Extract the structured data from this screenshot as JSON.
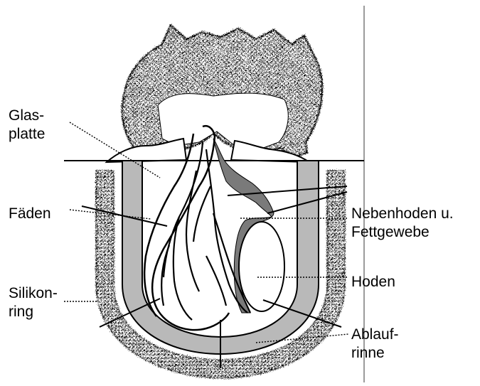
{
  "labels": {
    "glasplatte_1": "Glas-",
    "glasplatte_2": "platte",
    "faeden": "Fäden",
    "silikon_1": "Silikon-",
    "silikon_2": "ring",
    "nebenhoden_1": "Nebenhoden u.",
    "nebenhoden_2": "Fettgewebe",
    "hoden": "Hoden",
    "ablauf_1": "Ablauf-",
    "ablauf_2": "rinne"
  },
  "colors": {
    "ink": "#000000",
    "channel_gray": "#b9b9b9",
    "organ_gray": "#7a7a7a",
    "background": "#ffffff"
  }
}
